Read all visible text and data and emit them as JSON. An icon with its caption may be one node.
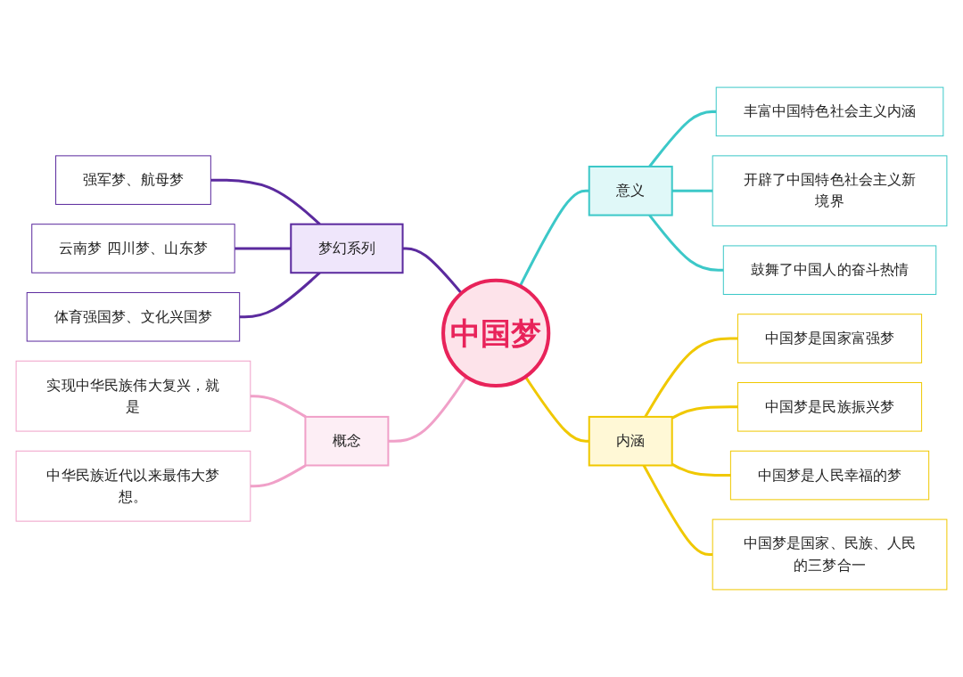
{
  "diagram": {
    "nodes": [
      {
        "text": [
          "中国梦"
        ]
      },
      {
        "text": [
          "梦幻系列"
        ]
      },
      {
        "text": [
          "强军梦、航母梦"
        ]
      },
      {
        "text": [
          "云南梦 四川梦、山东梦"
        ]
      },
      {
        "text": [
          "体育强国梦、文化兴国梦"
        ]
      },
      {
        "text": [
          "意义"
        ]
      },
      {
        "text": [
          "丰富中国特色社会主义内涵"
        ]
      },
      {
        "text": [
          "开辟了中国特色社会主义新境界"
        ]
      },
      {
        "text": [
          "鼓舞了中国人的奋斗热情"
        ]
      },
      {
        "text": [
          "概念"
        ]
      },
      {
        "text": [
          "实现中华民族伟大复兴，就是"
        ]
      },
      {
        "text": [
          "中华民族近代以来最伟大梦想。"
        ]
      },
      {
        "text": [
          "内涵"
        ]
      },
      {
        "text": [
          "中国梦是国家富强梦"
        ]
      },
      {
        "text": [
          "中国梦是民族振兴梦"
        ]
      },
      {
        "text": [
          "中国梦是人民幸福的梦"
        ]
      },
      {
        "text": [
          "中国梦是国家、民族、人民的三梦合一"
        ]
      }
    ],
    "edges": [
      {
        "from": 1,
        "to": 0,
        "arrow": "none",
        "color": "#5b2a9e"
      },
      {
        "from": 2,
        "to": 1,
        "arrow": "none",
        "color": "#5b2a9e"
      },
      {
        "from": 3,
        "to": 1,
        "arrow": "none",
        "color": "#5b2a9e"
      },
      {
        "from": 4,
        "to": 1,
        "arrow": "none",
        "color": "#5b2a9e"
      },
      {
        "from": 0,
        "to": 5,
        "arrow": "none",
        "color": "#3cc8c8"
      },
      {
        "from": 5,
        "to": 6,
        "arrow": "none",
        "color": "#3cc8c8"
      },
      {
        "from": 5,
        "to": 7,
        "arrow": "none",
        "color": "#3cc8c8"
      },
      {
        "from": 5,
        "to": 8,
        "arrow": "none",
        "color": "#3cc8c8"
      },
      {
        "from": 9,
        "to": 0,
        "arrow": "none",
        "color": "#f0a0c8"
      },
      {
        "from": 10,
        "to": 9,
        "arrow": "none",
        "color": "#f0a0c8"
      },
      {
        "from": 11,
        "to": 9,
        "arrow": "none",
        "color": "#f0a0c8"
      },
      {
        "from": 0,
        "to": 12,
        "arrow": "none",
        "color": "#f0c800"
      },
      {
        "from": 12,
        "to": 13,
        "arrow": "none",
        "color": "#f0c800"
      },
      {
        "from": 12,
        "to": 14,
        "arrow": "none",
        "color": "#f0c800"
      },
      {
        "from": 12,
        "to": 15,
        "arrow": "none",
        "color": "#f0c800"
      },
      {
        "from": 12,
        "to": 16,
        "arrow": "none",
        "color": "#f0c800"
      }
    ]
  }
}
